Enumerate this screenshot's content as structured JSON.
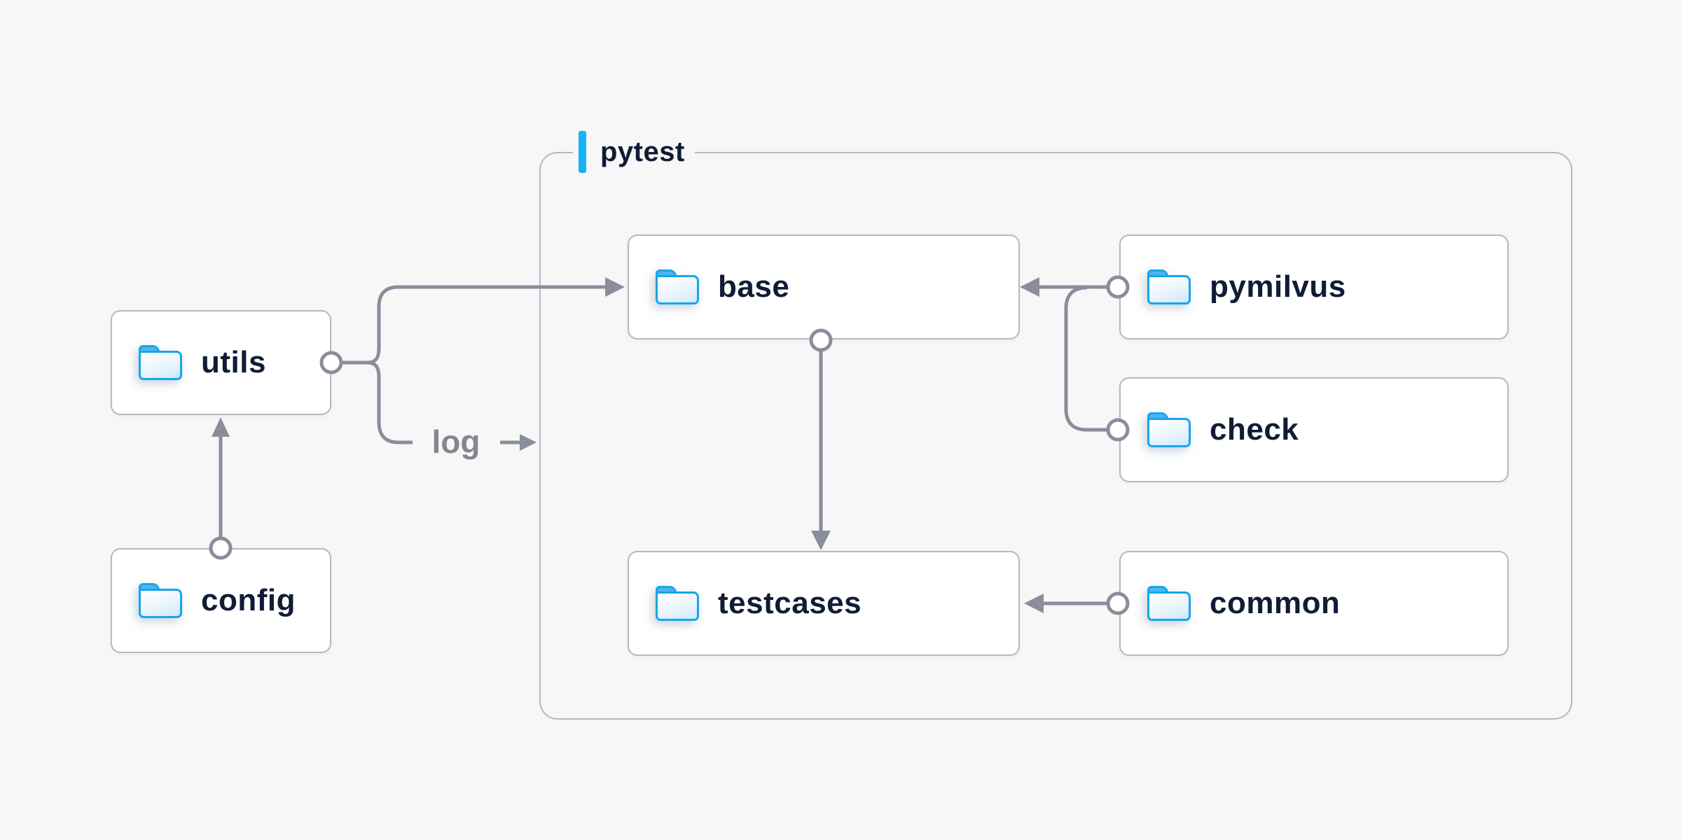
{
  "canvas": {
    "background": "#f7f7f8"
  },
  "diagram": {
    "container": {
      "label": "pytest",
      "accent_color": "#16b3f7"
    },
    "nodes": [
      {
        "id": "utils",
        "label": "utils",
        "icon": "folder-icon",
        "group": null
      },
      {
        "id": "config",
        "label": "config",
        "icon": "folder-icon",
        "group": null
      },
      {
        "id": "base",
        "label": "base",
        "icon": "folder-icon",
        "group": "pytest"
      },
      {
        "id": "pymilvus",
        "label": "pymilvus",
        "icon": "folder-icon",
        "group": "pytest"
      },
      {
        "id": "check",
        "label": "check",
        "icon": "folder-icon",
        "group": "pytest"
      },
      {
        "id": "testcases",
        "label": "testcases",
        "icon": "folder-icon",
        "group": "pytest"
      },
      {
        "id": "common",
        "label": "common",
        "icon": "folder-icon",
        "group": "pytest"
      }
    ],
    "edges": [
      {
        "from": "config",
        "to": "utils",
        "label": ""
      },
      {
        "from": "utils",
        "to": "base",
        "label": ""
      },
      {
        "from": "utils",
        "to": "pytest",
        "label": "log"
      },
      {
        "from": "base",
        "to": "testcases",
        "label": ""
      },
      {
        "from": "pymilvus",
        "to": "base",
        "label": ""
      },
      {
        "from": "check",
        "to": "base",
        "label": ""
      },
      {
        "from": "common",
        "to": "testcases",
        "label": ""
      }
    ],
    "colors": {
      "background": "#f7f7f8",
      "box_border": "#b5b8c4",
      "node_text": "#101c36",
      "connector": "#8a8e9b",
      "muted_label": "#84878f",
      "accent_blue": "#16b3f7",
      "folder_blue": "#18a5ec"
    }
  }
}
